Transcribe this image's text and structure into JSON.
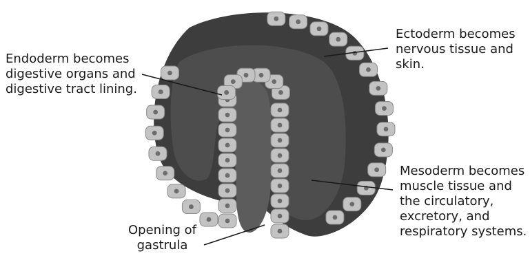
{
  "labels": {
    "endoderm": [
      "Endoderm becomes",
      "digestive organs and",
      "digestive tract lining."
    ],
    "ectoderm": [
      "Ectoderm becomes",
      "nervous tissue and",
      "skin."
    ],
    "mesoderm": [
      "Mesoderm becomes",
      "muscle tissue and",
      "the circulatory,",
      "excretory, and",
      "respiratory systems."
    ],
    "opening": [
      "Opening of",
      "gastrula"
    ]
  },
  "colors": {
    "cell_fill": "#c3c3c3",
    "cell_edge": "#8a8a8a",
    "nucleus": "#6c6c6c",
    "mesoderm_fill": "#4d4d4d",
    "rim_dark": "#3d3d3d",
    "cavity": "#5c5c5c",
    "leader_line": "#1a1a1a"
  }
}
